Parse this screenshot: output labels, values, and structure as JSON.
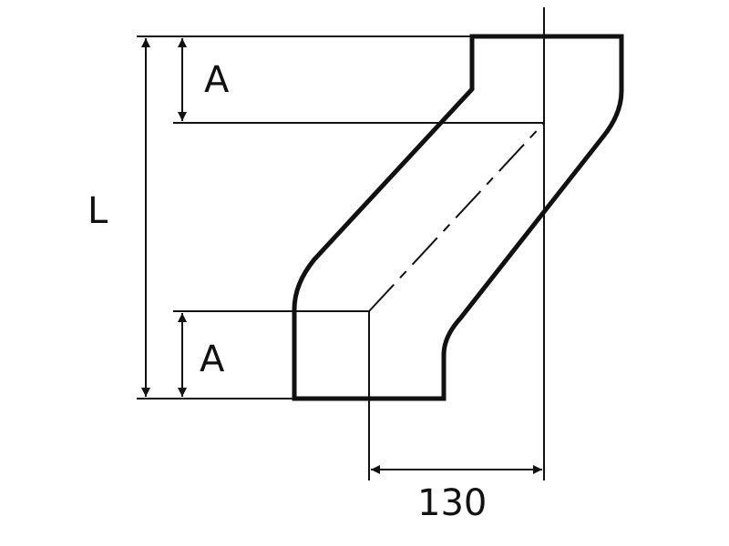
{
  "diagram": {
    "labels": {
      "overall_length": "L",
      "top_offset": "A",
      "bottom_offset": "A",
      "horizontal_offset": "130"
    },
    "colors": {
      "line": "#111111",
      "background": "#ffffff"
    }
  }
}
